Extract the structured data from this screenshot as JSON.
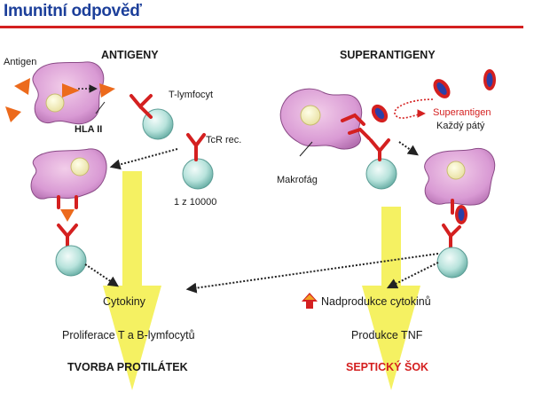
{
  "title": "Imunitní odpověď",
  "colors": {
    "title_blue": "#1c3f9a",
    "accent_red": "#d42020",
    "cell_pink": "#d99ad4",
    "lymphocyte": "#b8e3dc",
    "flow_yellow": "#f4f05a",
    "antigen_orange": "#ec6a1c",
    "superantigen_blue": "#2a3fa8"
  },
  "left": {
    "heading": "ANTIGENY",
    "antigen_label": "Antigen",
    "hla_label": "HLA II",
    "tcell_label": "T-lymfocyt",
    "tcr_label": "TcR rec.",
    "ratio_label": "1 z 10000",
    "cytokines": "Cytokiny",
    "proliferation": "Proliferace T a B-lymfocytů",
    "outcome": "TVORBA PROTILÁTEK"
  },
  "right": {
    "heading": "SUPERANTIGENY",
    "macrophage_label": "Makrofág",
    "superantigen_label": "Superantigen",
    "every_fifth": "Každý pátý",
    "overproduction": "Nadprodukce cytokinů",
    "tnf": "Produkce TNF",
    "outcome": "SEPTICKÝ ŠOK"
  }
}
